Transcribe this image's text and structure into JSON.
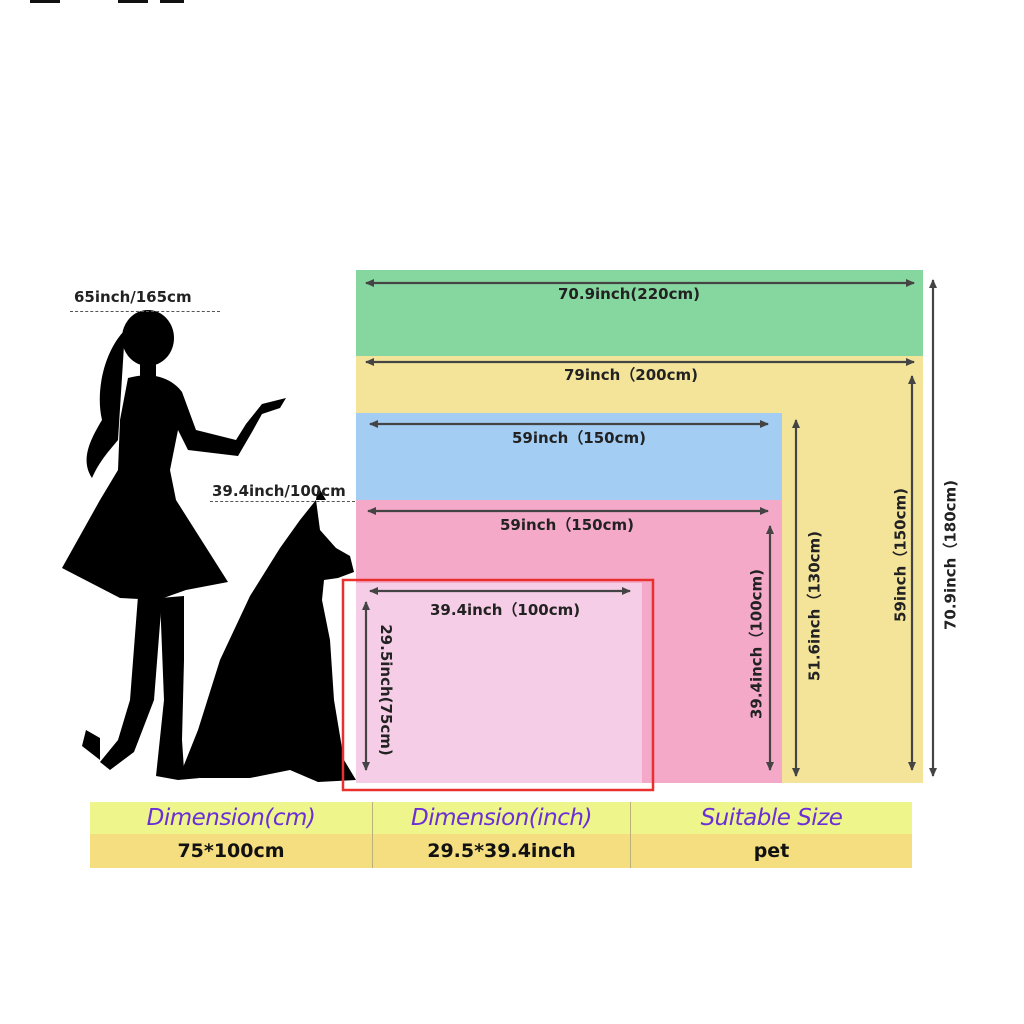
{
  "reference": {
    "person_height": "65inch/165cm",
    "dog_height": "39.4inch/100cm"
  },
  "sizes": [
    {
      "key": "green",
      "width_label": "70.9inch(220cm)",
      "height_label": "70.9inch（180cm)",
      "color": "#86d6a0"
    },
    {
      "key": "yellow",
      "width_label": "79inch（200cm)",
      "height_label": "59inch（150cm)",
      "color": "#f4e49a"
    },
    {
      "key": "blue",
      "width_label": "59inch（150cm)",
      "height_label": "51.6inch（130cm)",
      "color": "#a4cdf3"
    },
    {
      "key": "pink",
      "width_label": "59inch（150cm)",
      "height_label": "39.4inch（100cm)",
      "color": "#f5a9c8"
    },
    {
      "key": "light",
      "width_label": "39.4inch（100cm)",
      "height_label": "29.5inch(75cm)",
      "color": "#f6cde6"
    }
  ],
  "highlight_color": "#e8312f",
  "table": {
    "headers": [
      "Dimension(cm)",
      "Dimension(inch)",
      "Suitable Size"
    ],
    "row": [
      "75*100cm",
      "29.5*39.4inch",
      "pet"
    ]
  },
  "icons": [
    "woman-silhouette-icon",
    "dog-silhouette-icon"
  ]
}
